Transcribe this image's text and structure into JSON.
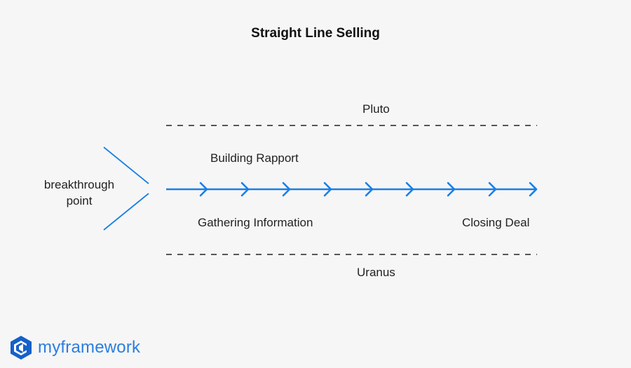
{
  "title": "Straight Line Selling",
  "labels": {
    "top_boundary": "Pluto",
    "bottom_boundary": "Uranus",
    "above_line": "Building Rapport",
    "below_line_start": "Gathering Information",
    "below_line_end": "Closing Deal",
    "breakthrough": [
      "breakthrough",
      "point"
    ]
  },
  "brand": {
    "name": "myframework",
    "icon": "myframework-logo-icon"
  },
  "colors": {
    "line": "#1a7fe6",
    "dashed": "#222222",
    "brand_name": "#2b7de0",
    "logo": "#1560c9"
  }
}
